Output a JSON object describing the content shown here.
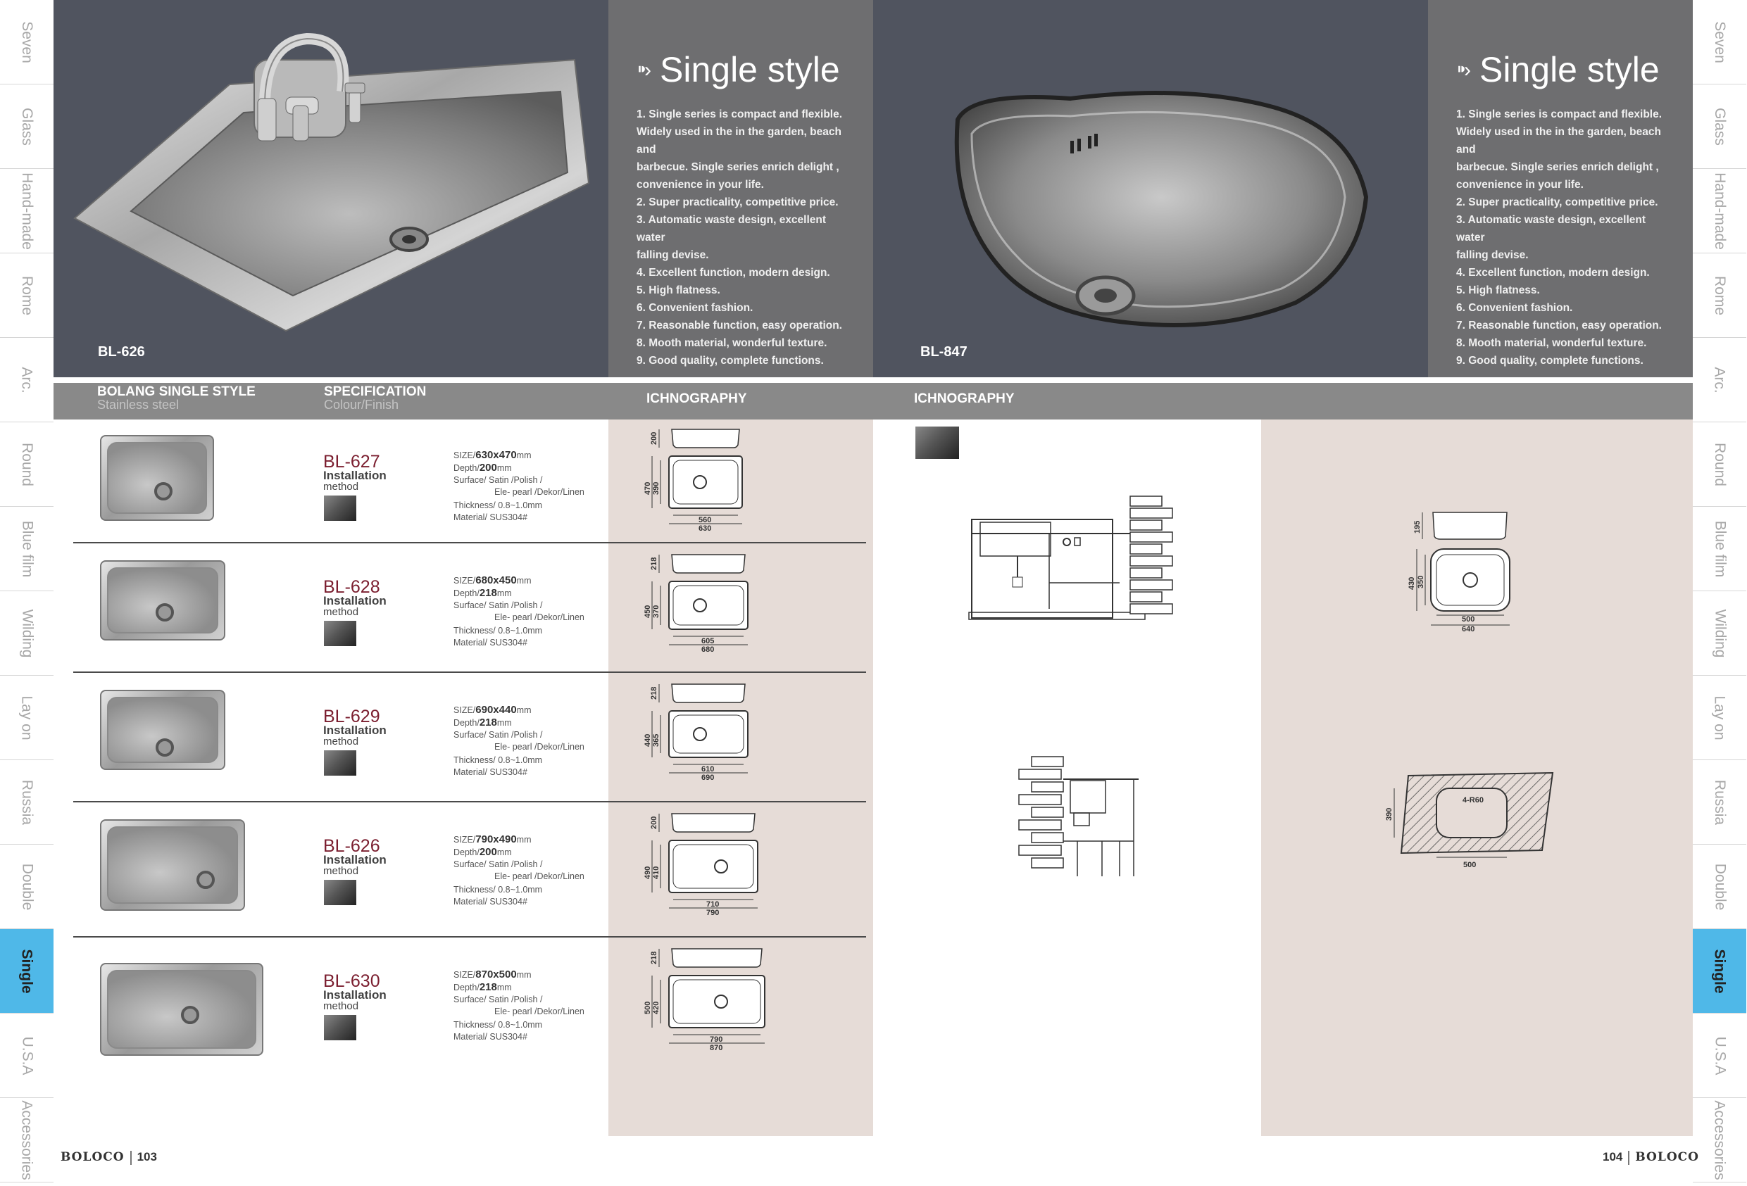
{
  "side_tabs": [
    "Seven",
    "Glass",
    "Hand-made",
    "Rome",
    "Arc.",
    "Round",
    "Blue film",
    "Wilding",
    "Lay on",
    "Russia",
    "Double",
    "Single",
    "U.S.A",
    "Accessories"
  ],
  "active_tab": "Single",
  "left_hero": {
    "model": "BL-626",
    "title": "Single style",
    "features": [
      "1. Single series is compact and flexible.",
      "Widely used in the in the garden, beach and",
      "barbecue. Single series enrich delight ,",
      "convenience in your life.",
      "2. Super practicality, competitive price.",
      "3. Automatic waste design, excellent water",
      "falling devise.",
      "4. Excellent function, modern design.",
      "5. High flatness.",
      "6. Convenient fashion.",
      "7. Reasonable function, easy operation.",
      "8. Mooth material, wonderful texture.",
      "9. Good quality, complete functions."
    ]
  },
  "right_hero": {
    "model": "BL-847",
    "title": "Single style",
    "features": [
      "1. Single series is compact and flexible.",
      "Widely used in the in the garden, beach and",
      "barbecue. Single series enrich delight ,",
      "convenience in your life.",
      "2. Super practicality, competitive price.",
      "3. Automatic waste design, excellent water",
      "falling devise.",
      "4. Excellent function, modern design.",
      "5. High flatness.",
      "6. Convenient fashion.",
      "7. Reasonable function, easy operation.",
      "8. Mooth material, wonderful texture.",
      "9. Good quality, complete functions."
    ]
  },
  "headers": {
    "bolang": "BOLANG SINGLE STYLE",
    "bolang_sub": "Stainless steel",
    "spec": "SPECIFICATION",
    "spec_sub": "Colour/Finish",
    "ichno_left": "ICHNOGRAPHY",
    "ichno_right": "ICHNOGRAPHY"
  },
  "products": [
    {
      "code": "BL-627",
      "installation": "Installation",
      "method": "method",
      "size": "630x470",
      "depth": "200",
      "surface": "Surface/ Satin /Polish /",
      "surface2": "Ele- pearl /Dekor/Linen",
      "thickness": "Thickness/ 0.8~1.0mm",
      "material": "Material/ SUS304#",
      "d_depth": "200",
      "d_outer_h": "470",
      "d_inner_h": "390",
      "d_inner_w": "560",
      "d_outer_w": "630"
    },
    {
      "code": "BL-628",
      "installation": "Installation",
      "method": "method",
      "size": "680x450",
      "depth": "218",
      "surface": "Surface/ Satin /Polish /",
      "surface2": "Ele- pearl /Dekor/Linen",
      "thickness": "Thickness/ 0.8~1.0mm",
      "material": "Material/ SUS304#",
      "d_depth": "218",
      "d_outer_h": "450",
      "d_inner_h": "370",
      "d_inner_w": "605",
      "d_outer_w": "680"
    },
    {
      "code": "BL-629",
      "installation": "Installation",
      "method": "method",
      "size": "690x440",
      "depth": "218",
      "surface": "Surface/ Satin /Polish /",
      "surface2": "Ele- pearl /Dekor/Linen",
      "thickness": "Thickness/ 0.8~1.0mm",
      "material": "Material/ SUS304#",
      "d_depth": "218",
      "d_outer_h": "440",
      "d_inner_h": "365",
      "d_inner_w": "610",
      "d_outer_w": "690"
    },
    {
      "code": "BL-626",
      "installation": "Installation",
      "method": "method",
      "size": "790x490",
      "depth": "200",
      "surface": "Surface/ Satin /Polish /",
      "surface2": "Ele- pearl /Dekor/Linen",
      "thickness": "Thickness/ 0.8~1.0mm",
      "material": "Material/ SUS304#",
      "d_depth": "200",
      "d_outer_h": "490",
      "d_inner_h": "410",
      "d_inner_w": "710",
      "d_outer_w": "790"
    },
    {
      "code": "BL-630",
      "installation": "Installation",
      "method": "method",
      "size": "870x500",
      "depth": "218",
      "surface": "Surface/ Satin /Polish /",
      "surface2": "Ele- pearl /Dekor/Linen",
      "thickness": "Thickness/ 0.8~1.0mm",
      "material": "Material/ SUS304#",
      "d_depth": "218",
      "d_outer_h": "500",
      "d_inner_h": "420",
      "d_inner_w": "790",
      "d_outer_w": "870"
    }
  ],
  "units": {
    "size_prefix": "SIZE/",
    "depth_prefix": "Depth/",
    "mm": "mm"
  },
  "bl847_drawing": {
    "depth": "195",
    "outer_h": "430",
    "inner_h": "350",
    "inner_w": "500",
    "outer_w": "640"
  },
  "cutout_drawing": {
    "radius": "4-R60",
    "height": "390",
    "width": "500"
  },
  "footer": {
    "brand": "BOLOCO",
    "page_left": "103",
    "page_right": "104"
  }
}
